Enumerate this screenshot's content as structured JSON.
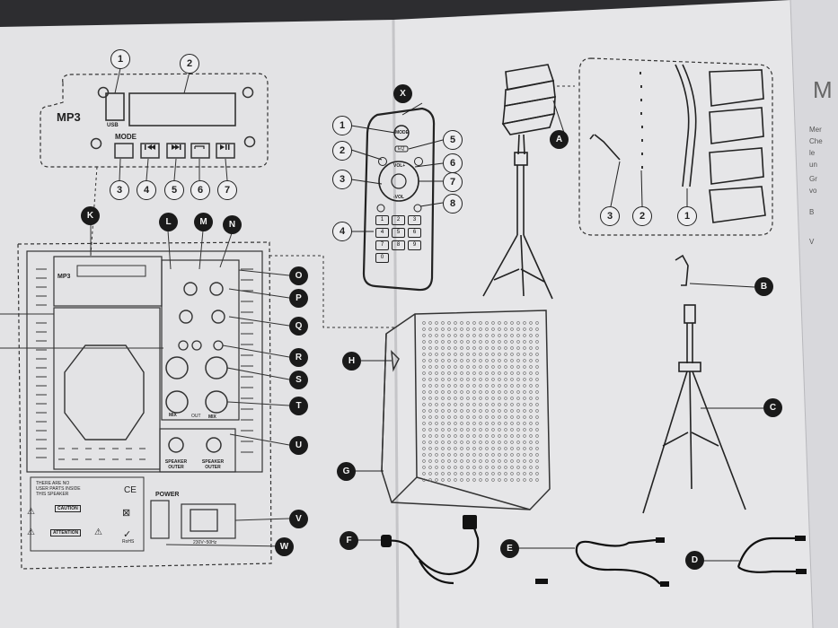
{
  "mp3_panel": {
    "label": "MP3",
    "usb_label": "USB",
    "mode_label": "MODE",
    "callouts": [
      "1",
      "2",
      "3",
      "4",
      "5",
      "6",
      "7"
    ],
    "button_icons": [
      "mode-icon",
      "prev-icon",
      "next-icon",
      "repeat-icon",
      "play-pause-icon"
    ]
  },
  "remote": {
    "letter": "X",
    "mode_label": "MODE",
    "eq_label": "EQ",
    "vol_plus": "VOL+",
    "vol_minus": "-VOL",
    "keys": [
      "1",
      "2",
      "3",
      "4",
      "5",
      "6",
      "7",
      "8",
      "9",
      "0"
    ],
    "callouts": [
      "1",
      "2",
      "3",
      "4",
      "5",
      "6",
      "7",
      "8"
    ]
  },
  "accessories": {
    "callouts": [
      "3",
      "2",
      "1"
    ]
  },
  "back_panel": {
    "callouts_top": [
      "K",
      "L",
      "M",
      "N"
    ],
    "callouts_right": [
      "O",
      "P",
      "Q",
      "R",
      "S",
      "T",
      "U",
      "V",
      "W"
    ],
    "mini_mp3_label": "MP3",
    "power_label": "POWER",
    "mix_labels": [
      "MIX",
      "MIX"
    ],
    "out_label": "OUT",
    "speaker_out_labels": [
      "SPEAKER OUTER",
      "SPEAKER OUTER"
    ],
    "ce_mark": "CE",
    "caution_label": "CAUTION",
    "attention_label": "ATTENTION",
    "rohs_label": "RoHS",
    "warning_text": "THERE ARE NO USER PARTS INSIDE THIS SPEAKER",
    "power_rating": "230V~50Hz"
  },
  "main_items": {
    "letters": [
      "A",
      "B",
      "C",
      "D",
      "E",
      "F",
      "G",
      "H"
    ]
  },
  "right_page": {
    "heading": "M",
    "lines": [
      "Mer",
      "Che",
      "le",
      "un",
      "Gr",
      "vo",
      "B",
      "V"
    ]
  }
}
